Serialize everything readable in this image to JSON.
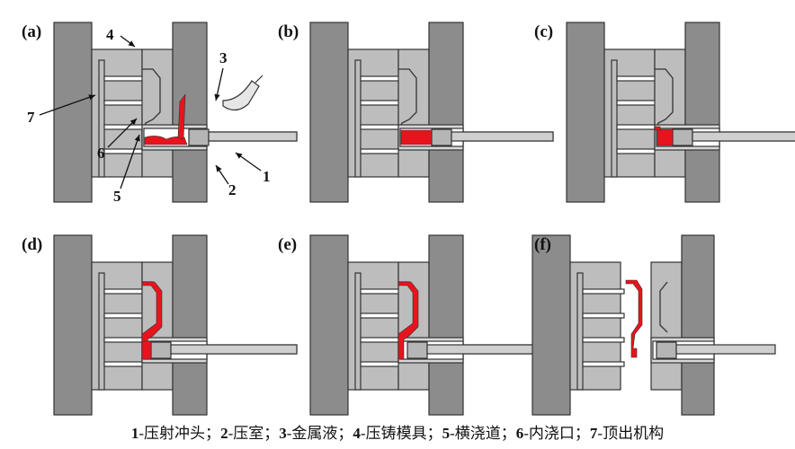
{
  "panels": [
    {
      "id": "a",
      "label": "(a)"
    },
    {
      "id": "b",
      "label": "(b)"
    },
    {
      "id": "c",
      "label": "(c)"
    },
    {
      "id": "d",
      "label": "(d)"
    },
    {
      "id": "e",
      "label": "(e)"
    },
    {
      "id": "f",
      "label": "(f)"
    }
  ],
  "callouts": [
    "1",
    "2",
    "3",
    "4",
    "5",
    "6",
    "7"
  ],
  "legend": [
    {
      "num": "1",
      "text": "-压射冲头；"
    },
    {
      "num": "2",
      "text": "-压室；"
    },
    {
      "num": "3",
      "text": "-金属液；"
    },
    {
      "num": "4",
      "text": "-压铸模具；"
    },
    {
      "num": "5",
      "text": "-横浇道；"
    },
    {
      "num": "6",
      "text": "-内浇口；"
    },
    {
      "num": "7",
      "text": "-顶出机构"
    }
  ],
  "colors": {
    "platen": "#8c8c8c",
    "die": "#bdbdbd",
    "cavity": "#ffffff",
    "metal": "#e8141c",
    "plunger": "#b5b5b5",
    "outline": "#333333"
  }
}
